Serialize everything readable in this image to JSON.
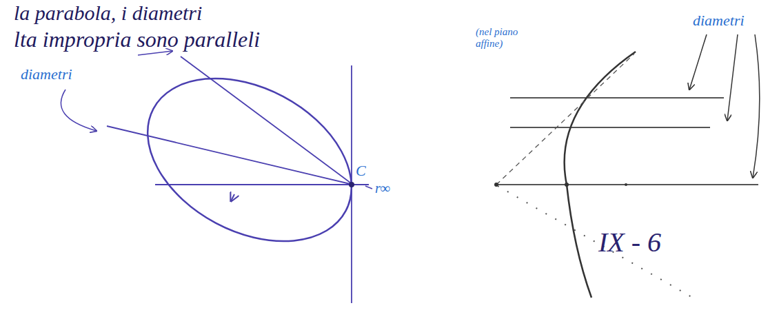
{
  "diagram": {
    "labels": [
      "la parabola, i diametri",
      "lta impropria sono paralleli",
      "(nel piano affine)",
      "diametri",
      "diametri",
      "C",
      "r∞",
      "IX - 6"
    ]
  }
}
